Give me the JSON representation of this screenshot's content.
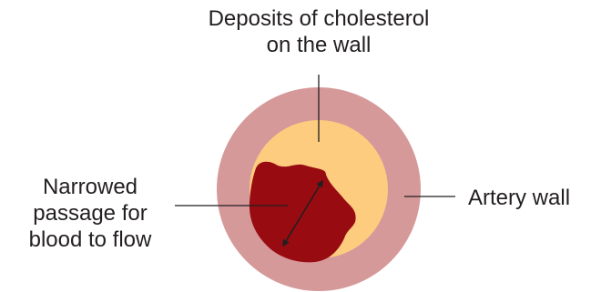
{
  "labels": {
    "deposits": {
      "lines": [
        "Deposits of cholesterol",
        "on the wall"
      ]
    },
    "narrowed": {
      "lines": [
        "Narrowed",
        "passage for",
        "blood to flow"
      ]
    },
    "artery": {
      "text": "Artery wall"
    }
  },
  "colors": {
    "artery_wall": "#d6999a",
    "cholesterol": "#fdcc7e",
    "blood": "#980b11",
    "line": "#231f20",
    "text": "#231f20"
  }
}
